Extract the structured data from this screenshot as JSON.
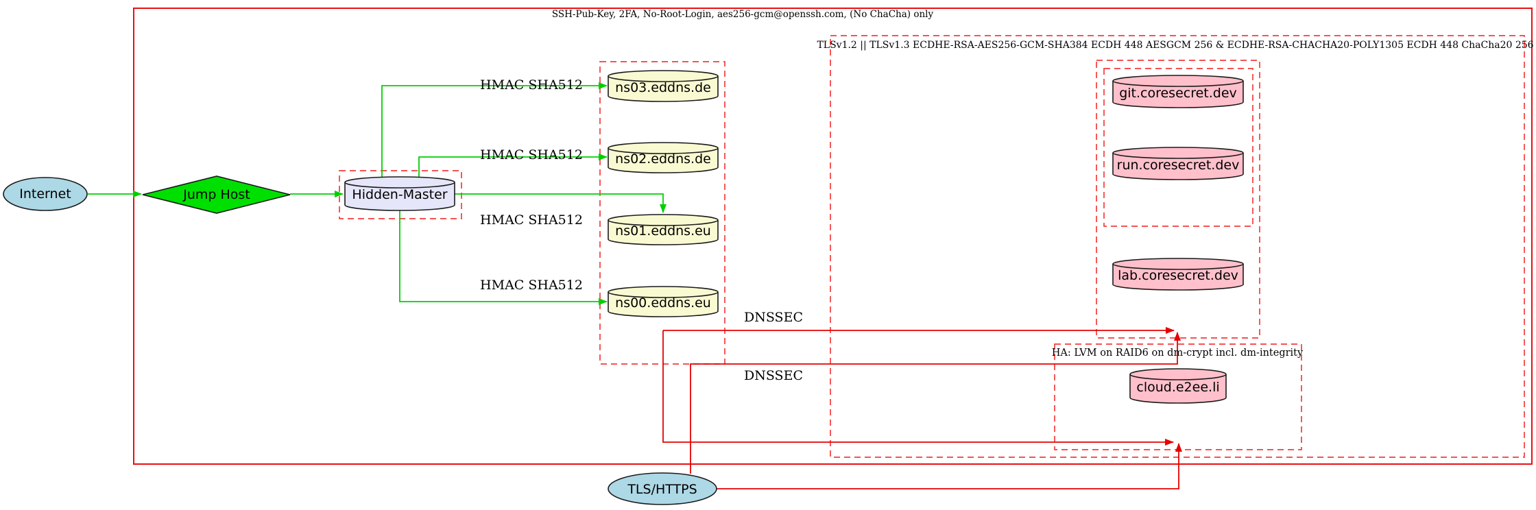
{
  "clusters": {
    "ssh_policy": "SSH-Pub-Key, 2FA, No-Root-Login, aes256-gcm@openssh.com, (No ChaCha) only",
    "tls_policy": "TLSv1.2 || TLSv1.3 ECDHE-RSA-AES256-GCM-SHA384 ECDH 448 AESGCM 256 & ECDHE-RSA-CHACHA20-POLY1305 ECDH 448 ChaCha20 256",
    "ha_policy": "HA: LVM on RAID6 on dm-crypt incl. dm-integrity"
  },
  "nodes": {
    "internet": "Internet",
    "jump_host": "Jump Host",
    "hidden_master": "Hidden-Master",
    "ns03": "ns03.eddns.de",
    "ns02": "ns02.eddns.de",
    "ns01": "ns01.eddns.eu",
    "ns00": "ns00.eddns.eu",
    "git": "git.coresecret.dev",
    "run": "run.coresecret.dev",
    "lab": "lab.coresecret.dev",
    "cloud": "cloud.e2ee.li",
    "tls_https": "TLS/HTTPS"
  },
  "edge_labels": {
    "hmac_ns03": "HMAC SHA512",
    "hmac_ns02": "HMAC SHA512",
    "hmac_ns01": "HMAC SHA512",
    "hmac_ns00": "HMAC SHA512",
    "dnssec_services": "DNSSEC",
    "dnssec_ha": "DNSSEC"
  },
  "colors": {
    "cluster_border_solid_red": "#e81010",
    "cluster_border_dashed_red": "#f43b3b",
    "edge_green": "#00cf00",
    "edge_red": "#e60000",
    "node_fill_lightblue": "#add8e6",
    "node_fill_green": "#00e000",
    "node_fill_lavender": "#e6e6fa",
    "node_fill_lightyellow": "#fafad2",
    "node_fill_pink": "#ffc0cb"
  }
}
